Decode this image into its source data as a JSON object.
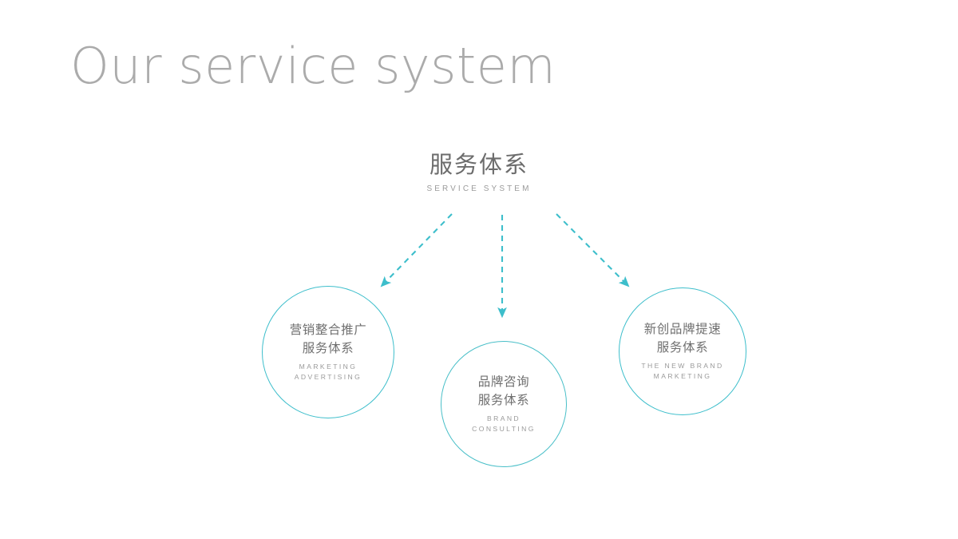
{
  "slide": {
    "title": "Our service system",
    "background_color": "#ffffff",
    "title_color": "#ababab"
  },
  "center_heading": {
    "cn": "服务体系",
    "en": "SERVICE SYSTEM",
    "cn_color": "#6c6c6c",
    "en_color": "#9b9b9b"
  },
  "accent_color": "#3dbecb",
  "connectors": [
    {
      "name": "arrow-to-left-node",
      "direction": "down-left",
      "style": "dashed",
      "color": "#3dbecb"
    },
    {
      "name": "arrow-to-mid-node",
      "direction": "down",
      "style": "dashed",
      "color": "#3dbecb"
    },
    {
      "name": "arrow-to-right-node",
      "direction": "down-right",
      "style": "dashed",
      "color": "#3dbecb"
    }
  ],
  "nodes": [
    {
      "id": "marketing-advertising",
      "cn_line1": "营销整合推广",
      "cn_line2": "服务体系",
      "en_line1": "MARKETING",
      "en_line2": "ADVERTISING",
      "ring_color": "#3dbecb"
    },
    {
      "id": "brand-consulting",
      "cn_line1": "品牌咨询",
      "cn_line2": "服务体系",
      "en_line1": "BRAND",
      "en_line2": "CONSULTING",
      "ring_color": "#49bfc8"
    },
    {
      "id": "new-brand-marketing",
      "cn_line1": "新创品牌提速",
      "cn_line2": "服务体系",
      "en_line1": "THE NEW BRAND",
      "en_line2": "MARKETING",
      "ring_color": "#3dbecb"
    }
  ]
}
